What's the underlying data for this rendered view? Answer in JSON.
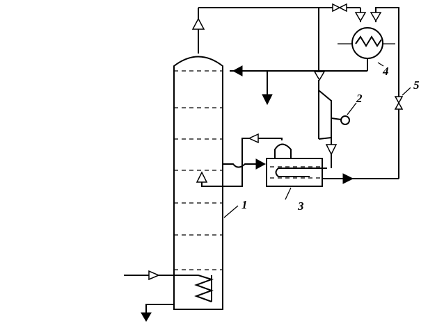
{
  "diagram": {
    "labels": {
      "column": "1",
      "compressor": "2",
      "reboiler_condenser": "3",
      "condenser": "4",
      "valve": "5"
    }
  }
}
